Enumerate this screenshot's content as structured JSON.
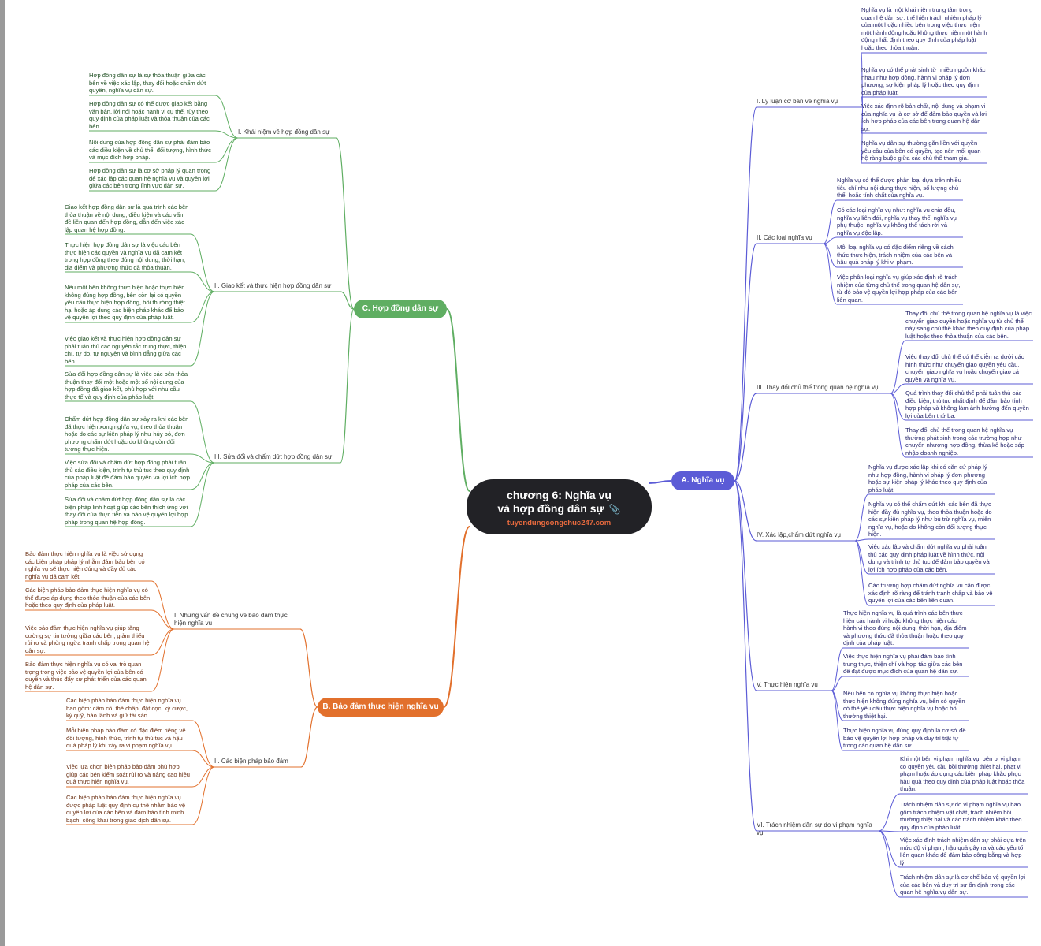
{
  "root": {
    "line1": "chương 6: Nghĩa vụ",
    "line2": "và hợp đồng dân sự",
    "site": "tuyendungcongchuc247.com",
    "clip_icon": "paperclip-icon"
  },
  "colors": {
    "A": "#5b5bd6",
    "B": "#e2702c",
    "C": "#5fae62",
    "root": "#222226"
  },
  "A": {
    "title": "A. Nghĩa vụ",
    "sections": [
      {
        "label": "I. Lý luận cơ bản về nghĩa vụ",
        "items": [
          "Nghĩa vụ là một khái niệm trung tâm trong quan hệ dân sự, thể hiện trách nhiệm pháp lý của một hoặc nhiều bên trong việc thực hiện một hành động hoặc không thực hiện một hành động nhất định theo quy định của pháp luật hoặc theo thỏa thuận.",
          "Nghĩa vụ có thể phát sinh từ nhiều nguồn khác nhau như hợp đồng, hành vi pháp lý đơn phương, sự kiện pháp lý hoặc theo quy định của pháp luật.",
          "Việc xác định rõ bản chất, nội dung và phạm vi của nghĩa vụ là cơ sở để đảm bảo quyền và lợi ích hợp pháp của các bên trong quan hệ dân sự.",
          "Nghĩa vụ dân sự thường gắn liền với quyền yêu cầu của bên có quyền, tạo nên mối quan hệ ràng buộc giữa các chủ thể tham gia."
        ]
      },
      {
        "label": "II. Các loại nghĩa vụ",
        "items": [
          "Nghĩa vụ có thể được phân loại dựa trên nhiều tiêu chí như nội dung thực hiện, số lượng chủ thể, hoặc tính chất của nghĩa vụ.",
          "Có các loại nghĩa vụ như: nghĩa vụ chia đều, nghĩa vụ liên đới, nghĩa vụ thay thế, nghĩa vụ phụ thuộc, nghĩa vụ không thể tách rời và nghĩa vụ độc lập.",
          "Mỗi loại nghĩa vụ có đặc điểm riêng về cách thức thực hiện, trách nhiệm của các bên và hậu quả pháp lý khi vi phạm.",
          "Việc phân loại nghĩa vụ giúp xác định rõ trách nhiệm của từng chủ thể trong quan hệ dân sự, từ đó bảo vệ quyền lợi hợp pháp của các bên liên quan."
        ]
      },
      {
        "label": "III. Thay đổi chủ thể trong quan hệ nghĩa vụ",
        "items": [
          "Thay đổi chủ thể trong quan hệ nghĩa vụ là việc chuyển giao quyền hoặc nghĩa vụ từ chủ thể này sang chủ thể khác theo quy định của pháp luật hoặc theo thỏa thuận của các bên.",
          "Việc thay đổi chủ thể có thể diễn ra dưới các hình thức như chuyển giao quyền yêu cầu, chuyển giao nghĩa vụ hoặc chuyển giao cả quyền và nghĩa vụ.",
          "Quá trình thay đổi chủ thể phải tuân thủ các điều kiện, thủ tục nhất định để đảm bảo tính hợp pháp và không làm ảnh hưởng đến quyền lợi của bên thứ ba.",
          "Thay đổi chủ thể trong quan hệ nghĩa vụ thường phát sinh trong các trường hợp như chuyển nhượng hợp đồng, thừa kế hoặc sáp nhập doanh nghiệp."
        ]
      },
      {
        "label": "IV. Xác lập,chấm dứt nghĩa vụ",
        "items": [
          "Nghĩa vụ được xác lập khi có căn cứ pháp lý như hợp đồng, hành vi pháp lý đơn phương hoặc sự kiện pháp lý khác theo quy định của pháp luật.",
          "Nghĩa vụ có thể chấm dứt khi các bên đã thực hiện đầy đủ nghĩa vụ, theo thỏa thuận hoặc do các sự kiện pháp lý như bù trừ nghĩa vụ, miễn nghĩa vụ, hoặc do không còn đối tượng thực hiện.",
          "Việc xác lập và chấm dứt nghĩa vụ phải tuân thủ các quy định pháp luật về hình thức, nội dung và trình tự thủ tục để đảm bảo quyền và lợi ích hợp pháp của các bên.",
          "Các trường hợp chấm dứt nghĩa vụ cần được xác định rõ ràng để tránh tranh chấp và bảo vệ quyền lợi của các bên liên quan."
        ]
      },
      {
        "label": "V. Thực hiện nghĩa vụ",
        "items": [
          "Thực hiện nghĩa vụ là quá trình các bên thực hiện các hành vi hoặc không thực hiện các hành vi theo đúng nội dung, thời hạn, địa điểm và phương thức đã thỏa thuận hoặc theo quy định của pháp luật.",
          "Việc thực hiện nghĩa vụ phải đảm bảo tính trung thực, thiện chí và hợp tác giữa các bên để đạt được mục đích của quan hệ dân sự.",
          "Nếu bên có nghĩa vụ không thực hiện hoặc thực hiện không đúng nghĩa vụ, bên có quyền có thể yêu cầu thực hiện nghĩa vụ hoặc bồi thường thiệt hại.",
          "Thực hiện nghĩa vụ đúng quy định là cơ sở để bảo vệ quyền lợi hợp pháp và duy trì trật tự trong các quan hệ dân sự."
        ]
      },
      {
        "label": "VI. Trách nhiệm dân sự do vi phạm nghĩa vụ",
        "items": [
          "Khi một bên vi phạm nghĩa vụ, bên bị vi phạm có quyền yêu cầu bồi thường thiệt hại, phạt vi phạm hoặc áp dụng các biện pháp khắc phục hậu quả theo quy định của pháp luật hoặc thỏa thuận.",
          "Trách nhiệm dân sự do vi phạm nghĩa vụ bao gồm trách nhiệm vật chất, trách nhiệm bồi thường thiệt hại và các trách nhiệm khác theo quy định của pháp luật.",
          "Việc xác định trách nhiệm dân sự phải dựa trên mức độ vi phạm, hậu quả gây ra và các yếu tố liên quan khác để đảm bảo công bằng và hợp lý.",
          "Trách nhiệm dân sự là cơ chế bảo vệ quyền lợi của các bên và duy trì sự ổn định trong các quan hệ nghĩa vụ dân sự."
        ]
      }
    ]
  },
  "B": {
    "title": "B. Bảo đảm thực hiện nghĩa vụ",
    "sections": [
      {
        "label": "I. Những vấn đề chung về bảo đảm thực hiện nghĩa vụ",
        "items": [
          "Bảo đảm thực hiện nghĩa vụ là việc sử dụng các biện pháp pháp lý nhằm đảm bảo bên có nghĩa vụ sẽ thực hiện đúng và đầy đủ các nghĩa vụ đã cam kết.",
          "Các biện pháp bảo đảm thực hiện nghĩa vụ có thể được áp dụng theo thỏa thuận của các bên hoặc theo quy định của pháp luật.",
          "Việc bảo đảm thực hiện nghĩa vụ giúp tăng cường sự tin tưởng giữa các bên, giảm thiểu rủi ro và phòng ngừa tranh chấp trong quan hệ dân sự.",
          "Bảo đảm thực hiện nghĩa vụ có vai trò quan trọng trong việc bảo vệ quyền lợi của bên có quyền và thúc đẩy sự phát triển của các quan hệ dân sự."
        ]
      },
      {
        "label": "II. Các biện pháp bảo đảm",
        "items": [
          "Các biện pháp bảo đảm thực hiện nghĩa vụ bao gồm: cầm cố, thế chấp, đặt cọc, ký cược, ký quỹ, bảo lãnh và giữ tài sản.",
          "Mỗi biện pháp bảo đảm có đặc điểm riêng về đối tượng, hình thức, trình tự thủ tục và hậu quả pháp lý khi xảy ra vi phạm nghĩa vụ.",
          "Việc lựa chọn biện pháp bảo đảm phù hợp giúp các bên kiểm soát rủi ro và nâng cao hiệu quả thực hiện nghĩa vụ.",
          "Các biện pháp bảo đảm thực hiện nghĩa vụ được pháp luật quy định cụ thể nhằm bảo vệ quyền lợi của các bên và đảm bảo tính minh bạch, công khai trong giao dịch dân sự."
        ]
      }
    ]
  },
  "C": {
    "title": "C. Hợp đồng dân sự",
    "sections": [
      {
        "label": "I. Khái niệm về hợp đồng dân sự",
        "items": [
          "Hợp đồng dân sự là sự thỏa thuận giữa các bên về việc xác lập, thay đổi hoặc chấm dứt quyền, nghĩa vụ dân sự.",
          "Hợp đồng dân sự có thể được giao kết bằng văn bản, lời nói hoặc hành vi cụ thể, tùy theo quy định của pháp luật và thỏa thuận của các bên.",
          "Nội dung của hợp đồng dân sự phải đảm bảo các điều kiện về chủ thể, đối tượng, hình thức và mục đích hợp pháp.",
          "Hợp đồng dân sự là cơ sở pháp lý quan trọng để xác lập các quan hệ nghĩa vụ và quyền lợi giữa các bên trong lĩnh vực dân sự."
        ]
      },
      {
        "label": "II. Giao kết và thực hiện hợp đồng dân sự",
        "items": [
          "Giao kết hợp đồng dân sự là quá trình các bên thỏa thuận về nội dung, điều kiện và các vấn đề liên quan đến hợp đồng, dẫn đến việc xác lập quan hệ hợp đồng.",
          "Thực hiện hợp đồng dân sự là việc các bên thực hiện các quyền và nghĩa vụ đã cam kết trong hợp đồng theo đúng nội dung, thời hạn, địa điểm và phương thức đã thỏa thuận.",
          "Nếu một bên không thực hiện hoặc thực hiện không đúng hợp đồng, bên còn lại có quyền yêu cầu thực hiện hợp đồng, bồi thường thiệt hại hoặc áp dụng các biện pháp khác để bảo vệ quyền lợi theo quy định của pháp luật.",
          "Việc giao kết và thực hiện hợp đồng dân sự phải tuân thủ các nguyên tắc trung thực, thiện chí, tự do, tự nguyện và bình đẳng giữa các bên."
        ]
      },
      {
        "label": "III. Sửa đổi và chấm dứt hợp đồng dân sự",
        "items": [
          "Sửa đổi hợp đồng dân sự là việc các bên thỏa thuận thay đổi một hoặc một số nội dung của hợp đồng đã giao kết, phù hợp với nhu cầu thực tế và quy định của pháp luật.",
          "Chấm dứt hợp đồng dân sự xảy ra khi các bên đã thực hiện xong nghĩa vụ, theo thỏa thuận hoặc do các sự kiện pháp lý như hủy bỏ, đơn phương chấm dứt hoặc do không còn đối tượng thực hiện.",
          "Việc sửa đổi và chấm dứt hợp đồng phải tuân thủ các điều kiện, trình tự thủ tục theo quy định của pháp luật để đảm bảo quyền và lợi ích hợp pháp của các bên.",
          "Sửa đổi và chấm dứt hợp đồng dân sự là các biện pháp linh hoạt giúp các bên thích ứng với thay đổi của thực tiễn và bảo vệ quyền lợi hợp pháp trong quan hệ hợp đồng."
        ]
      }
    ]
  }
}
